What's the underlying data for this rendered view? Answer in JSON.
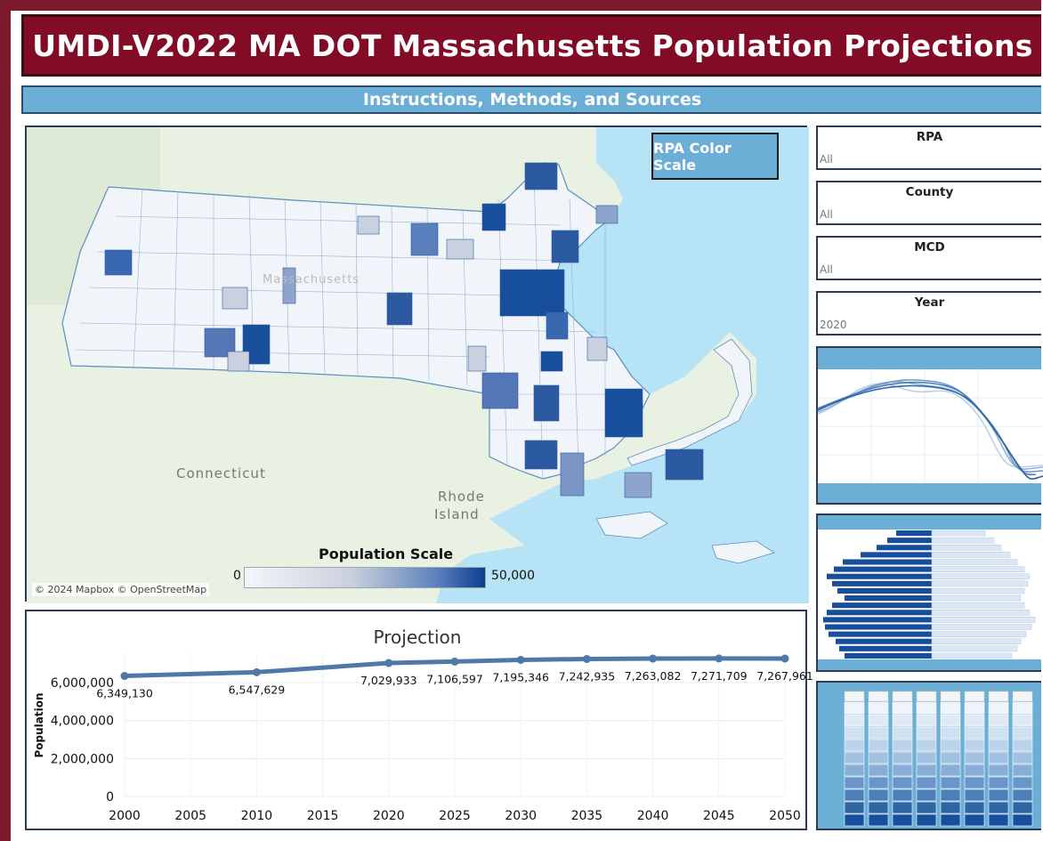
{
  "header": {
    "title": "UMDI-V2022 MA DOT Massachusetts Population Projections",
    "instructions_label": "Instructions, Methods, and Sources"
  },
  "map": {
    "rpa_button_label": "RPA Color Scale",
    "scale_title": "Population Scale",
    "scale_min": "0",
    "scale_max": "50,000",
    "attribution": "© 2024 Mapbox © OpenStreetMap",
    "labels": {
      "connecticut": "Connecticut",
      "rhode": "Rhode",
      "island": "Island",
      "massachusetts": "Massachusetts"
    },
    "colors": {
      "water": "#b6e3f5",
      "land": "#e9f1e2",
      "town": "#f1f5fa",
      "high": "#184f9c",
      "outline": "#5a8fbf"
    }
  },
  "filters": [
    {
      "label": "RPA",
      "value": "All"
    },
    {
      "label": "County",
      "value": "All"
    },
    {
      "label": "MCD",
      "value": "All"
    },
    {
      "label": "Year",
      "value": "2020"
    }
  ],
  "chart_data": {
    "type": "line",
    "title": "Projection",
    "ylabel": "Population",
    "xlabel": "",
    "x": [
      2000,
      2010,
      2020,
      2025,
      2030,
      2035,
      2040,
      2045,
      2050
    ],
    "values": [
      6349130,
      6547629,
      7029933,
      7106597,
      7195346,
      7242935,
      7263082,
      7271709,
      7267961
    ],
    "data_labels": [
      "6,349,130",
      "6,547,629",
      "7,029,933",
      "7,106,597",
      "7,195,346",
      "7,242,935",
      "7,263,082",
      "7,271,709",
      "7,267,961"
    ],
    "x_ticks": [
      "2000",
      "2005",
      "2010",
      "2015",
      "2020",
      "2025",
      "2030",
      "2035",
      "2040",
      "2045",
      "2050"
    ],
    "y_ticks": [
      "0",
      "2,000,000",
      "4,000,000",
      "6,000,000"
    ],
    "xlim": [
      2000,
      2050
    ],
    "ylim": [
      0,
      7500000
    ],
    "grid": true,
    "line_color": "#4e79a7"
  }
}
